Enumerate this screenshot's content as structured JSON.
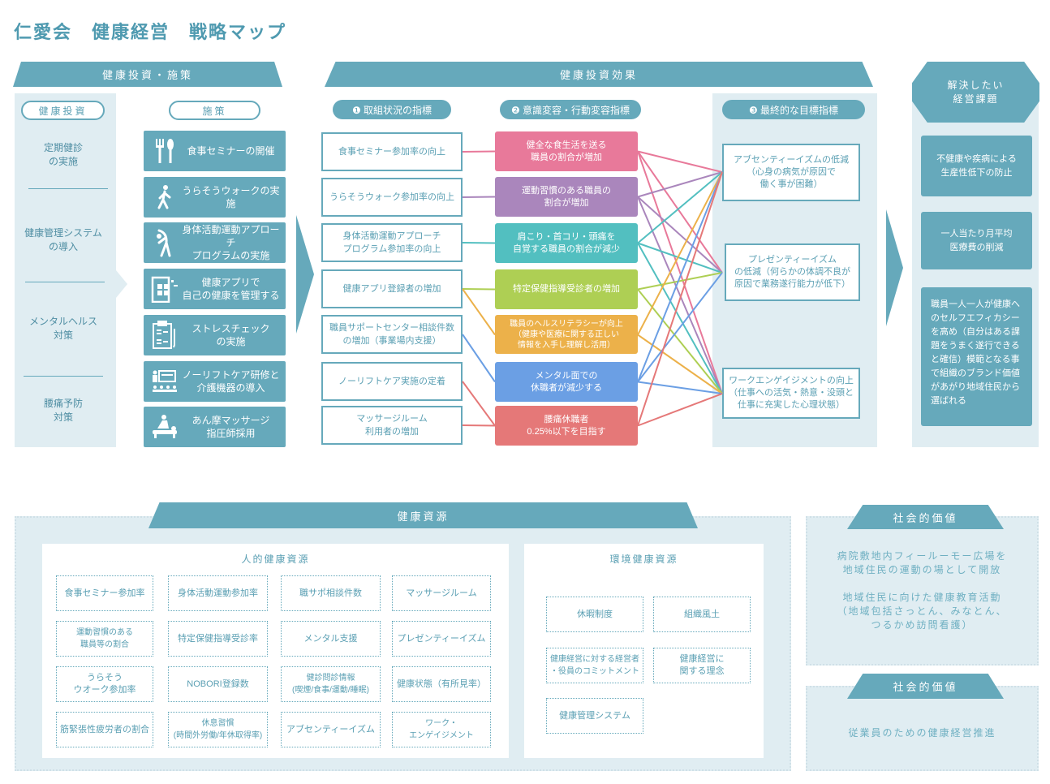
{
  "title": "仁愛会　健康経営　戦略マップ",
  "headers": {
    "invest": "健康投資・施策",
    "effect": "健康投資効果",
    "issue": "解決したい\n経営課題",
    "resource": "健康資源",
    "social1": "社会的価値",
    "social2": "社会的価値"
  },
  "investment": {
    "label": "健康投資",
    "items": [
      "定期健診\nの実施",
      "健康管理システム\nの導入",
      "メンタルヘルス\n対策",
      "腰痛予防\n対策"
    ]
  },
  "measures": {
    "label": "施策",
    "items": [
      {
        "icon": "fork-spoon-icon",
        "text": "食事セミナーの開催"
      },
      {
        "icon": "walking-icon",
        "text": "うらそうウォークの実施"
      },
      {
        "icon": "stretching-icon",
        "text": "身体活動運動アプローチ\nプログラムの実施"
      },
      {
        "icon": "tablet-app-icon",
        "text": "健康アプリで\n自己の健康を管理する"
      },
      {
        "icon": "clipboard-qa-icon",
        "text": "ストレスチェック\nの実施"
      },
      {
        "icon": "lecture-icon",
        "text": "ノーリフトケア研修と\n介護機器の導入"
      },
      {
        "icon": "massage-icon",
        "text": "あん摩マッサージ\n指圧師採用"
      }
    ]
  },
  "indicators": {
    "label": "❶ 取組状況の指標",
    "items": [
      "食事セミナー参加率の向上",
      "うらそうウォーク参加率の向上",
      "身体活動運動アプローチ\nプログラム参加率の向上",
      "健康アプリ登録者の増加",
      "職員サポートセンター相談件数\nの増加（事業場内支援）",
      "ノーリフトケア実施の定着",
      "マッサージルーム\n利用者の増加"
    ]
  },
  "effects": {
    "label": "❷ 意識変容・行動変容指標",
    "items": [
      {
        "text": "健全な食生活を送る\n職員の割合が増加",
        "color": "#e8799a"
      },
      {
        "text": "運動習慣のある職員の\n割合が増加",
        "color": "#aa86bc"
      },
      {
        "text": "肩こり・首コリ・頭痛を\n自覚する職員の割合が減少",
        "color": "#52bfc0"
      },
      {
        "text": "特定保健指導受診者の増加",
        "color": "#aecf54"
      },
      {
        "text": "職員のヘルスリテラシーが向上\n（健康や医療に関する正しい\n情報を入手し理解し活用）",
        "color": "#ecb14a"
      },
      {
        "text": "メンタル面での\n休職者が減少する",
        "color": "#6b9fe4"
      },
      {
        "text": "腰痛休職者\n0.25%以下を目指す",
        "color": "#e57878"
      }
    ]
  },
  "targets": {
    "label": "❸ 最終的な目標指標",
    "items": [
      "アブセンティーイズムの低減\n（心身の病気が原因で\n働く事が困難）",
      "プレゼンティーイズム\nの低減（何らかの体調不良が\n原因で業務遂行能力が低下）",
      "ワークエンゲイジメントの向上\n（仕事への活気・熱意・没頭と\n仕事に充実した心理状態）"
    ]
  },
  "links": {
    "indicator_to_effect": [
      [
        0,
        0
      ],
      [
        1,
        1
      ],
      [
        2,
        2
      ],
      [
        3,
        3
      ],
      [
        3,
        4
      ],
      [
        4,
        5
      ],
      [
        5,
        6
      ],
      [
        6,
        6
      ]
    ],
    "effect_to_target": [
      [
        0,
        0
      ],
      [
        0,
        1
      ],
      [
        0,
        2
      ],
      [
        1,
        0
      ],
      [
        1,
        1
      ],
      [
        1,
        2
      ],
      [
        2,
        0
      ],
      [
        2,
        1
      ],
      [
        2,
        2
      ],
      [
        3,
        1
      ],
      [
        3,
        2
      ],
      [
        4,
        0
      ],
      [
        4,
        2
      ],
      [
        5,
        0
      ],
      [
        5,
        1
      ],
      [
        5,
        2
      ],
      [
        6,
        0
      ],
      [
        6,
        2
      ]
    ]
  },
  "issues": [
    "不健康や疾病による\n生産性低下の防止",
    "一人当たり月平均\n医療費の削減",
    "職員一人一人が健康へ\nのセルフエフィカシー\nを高め（自分はある課\n題をうまく遂行できる\nと確信）模範となる事\nで組織のブランド価値\nがあがり地域住民から\n選ばれる"
  ],
  "human_resources": {
    "title": "人的健康資源",
    "items": [
      "食事セミナー参加率",
      "身体活動運動参加率",
      "職サポ相談件数",
      "マッサージルーム",
      "運動習慣のある\n職員等の割合",
      "特定保健指導受診率",
      "メンタル支援",
      "プレゼンティーイズム",
      "うらそう\nウオーク参加率",
      "NOBORI登録数",
      "健診問診情報\n(喫煙/食事/運動/睡眠)",
      "健康状態（有所見率）",
      "筋緊張性疲労者の割合",
      "休息習慣\n(時間外労働/年休取得率)",
      "アブセンティーイズム",
      "ワーク・\nエンゲイジメント"
    ]
  },
  "env_resources": {
    "title": "環境健康資源",
    "items": [
      "休暇制度",
      "組織風土",
      "健康経営に対する経営者\n・役員のコミットメント",
      "健康経営に\n関する理念",
      "健康管理システム"
    ]
  },
  "social_values": {
    "community": "病院敷地内フィールーモー広場を\n地域住民の運動の場として開放\n\n地域住民に向けた健康教育活動\n（地域包括さっとん、みなとん、\nつるかめ訪問看護）",
    "employee": "従業員のための健康経営推進"
  },
  "colors": {
    "primary": "#66a9bb",
    "panel": "#e0edf2"
  }
}
